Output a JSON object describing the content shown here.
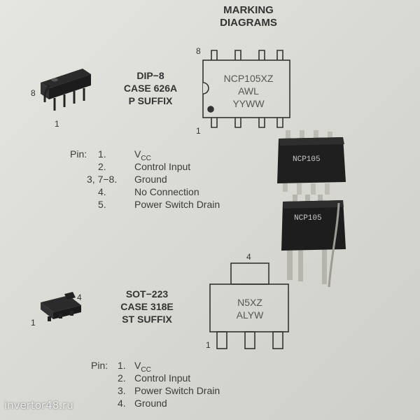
{
  "header": {
    "line1": "MARKING",
    "line2": "DIAGRAMS"
  },
  "dip": {
    "line1": "DIP−8",
    "line2": "CASE 626A",
    "line3": "P SUFFIX",
    "pin_label_8": "8",
    "pin_label_1": "1",
    "marking": {
      "line1": "NCP105XZ",
      "line2": "AWL",
      "line3": "YYWW",
      "top_pin": "8",
      "bottom_pin": "1"
    },
    "pins_heading": "Pin:",
    "pins": [
      {
        "num": "1.",
        "name": "V",
        "sub": "CC"
      },
      {
        "num": "2.",
        "name": "Control Input"
      },
      {
        "num": "3, 7−8.",
        "name": "Ground"
      },
      {
        "num": "4.",
        "name": "No Connection"
      },
      {
        "num": "5.",
        "name": "Power Switch Drain"
      }
    ]
  },
  "sot": {
    "line1": "SOT−223",
    "line2": "CASE 318E",
    "line3": "ST SUFFIX",
    "pin_label_4": "4",
    "pin_label_1": "1",
    "marking": {
      "line1": "N5XZ",
      "line2": "ALYW",
      "top_pin": "4",
      "bottom_pin": "1"
    },
    "pins_heading": "Pin:",
    "pins": [
      {
        "num": "1.",
        "name": "V",
        "sub": "CC"
      },
      {
        "num": "2.",
        "name": "Control Input"
      },
      {
        "num": "3.",
        "name": "Power Switch Drain"
      },
      {
        "num": "4.",
        "name": "Ground"
      }
    ]
  },
  "photo_chips": {
    "chip1": "NCP105",
    "chip2": "NCP105"
  },
  "watermark": "invertor48.ru"
}
